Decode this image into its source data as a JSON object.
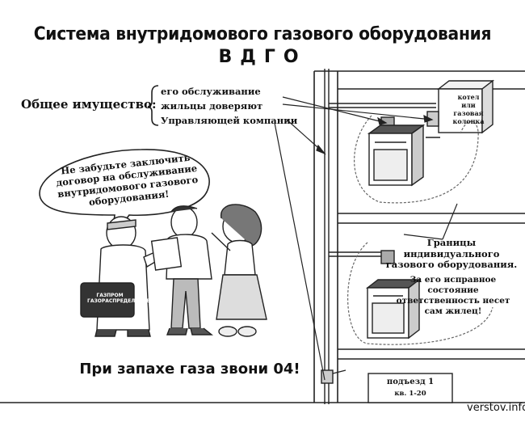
{
  "header": {
    "title": "Система внутридомового газового оборудования",
    "subtitle": "ВДГО"
  },
  "common_property": {
    "label": "Общее имущество:",
    "lines": [
      "его обслуживание",
      "жильцы доверяют",
      "Управляющей компании"
    ]
  },
  "speech_bubble": {
    "lines": [
      "Не забудьте заключить",
      "договор на обслуживание",
      "внутридомового газового",
      "оборудования!"
    ]
  },
  "gas_bag": {
    "brand": "ГАЗПРОМ",
    "sub": "ГАЗОРАСПРЕДЕЛЕНИЕ"
  },
  "emergency": {
    "text": "При запахе газа звони 04!"
  },
  "boiler": {
    "lines": [
      "котел",
      "или",
      "газовая",
      "колонка"
    ]
  },
  "boundary": {
    "title_lines": [
      "Границы",
      "индивидуального",
      "газового оборудования."
    ],
    "note_lines": [
      "За его исправное",
      "состояние",
      "ответственность несет",
      "сам жилец!"
    ]
  },
  "entrance_sign": {
    "title": "подъезд 1",
    "apartments": "кв. 1-20"
  },
  "watermark": "verstov.info"
}
